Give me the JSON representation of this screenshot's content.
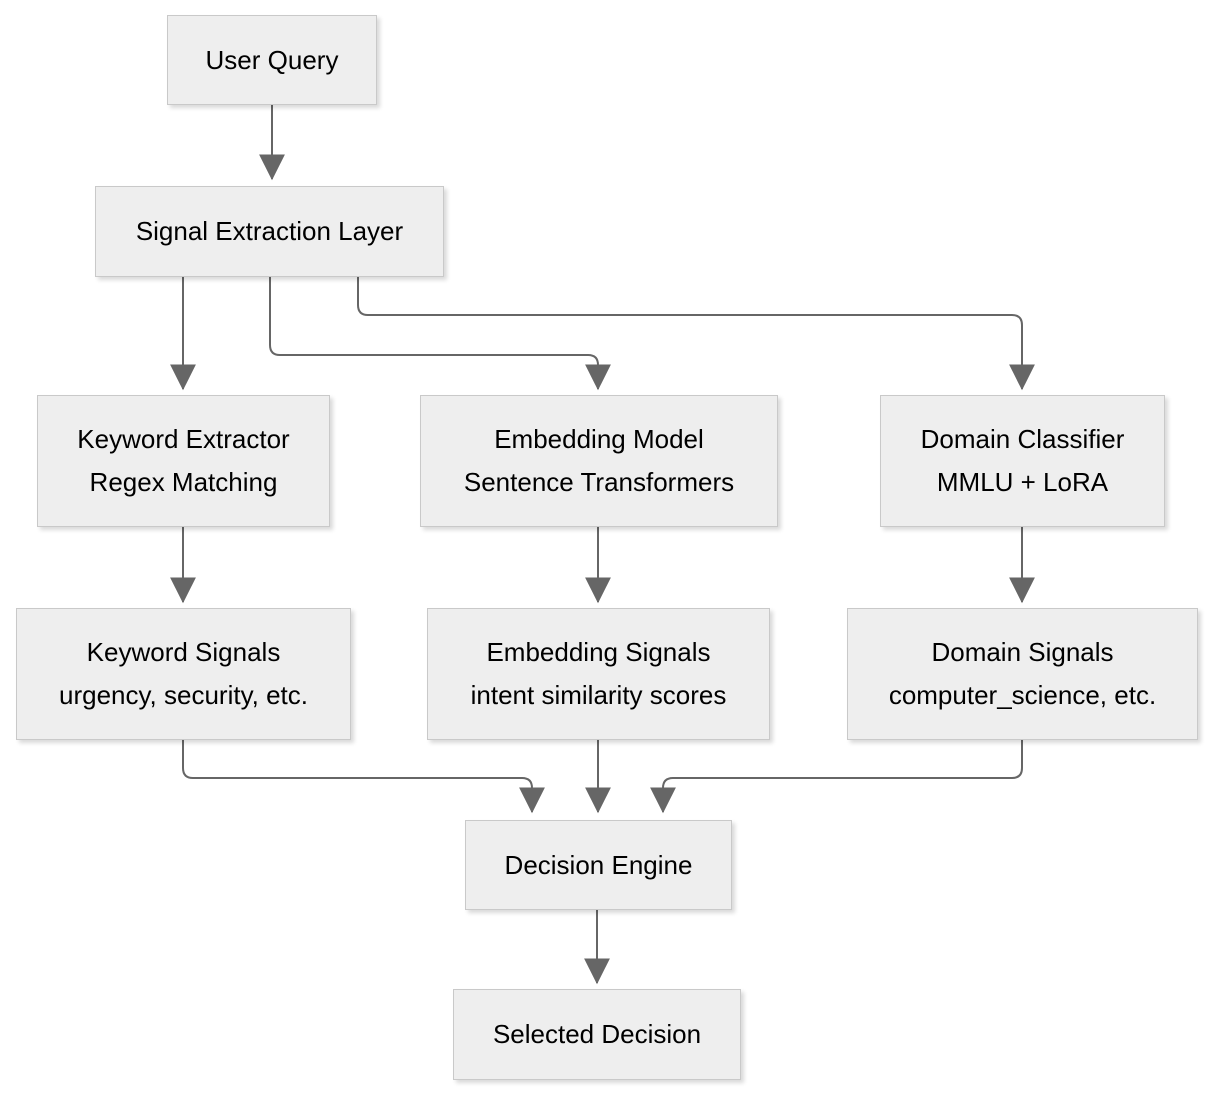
{
  "diagram": {
    "type": "flowchart",
    "nodes": {
      "user_query": {
        "label": "User Query"
      },
      "signal_extraction": {
        "label": "Signal Extraction Layer"
      },
      "keyword_extractor": {
        "title": "Keyword Extractor",
        "subtitle": "Regex Matching"
      },
      "embedding_model": {
        "title": "Embedding Model",
        "subtitle": "Sentence Transformers"
      },
      "domain_classifier": {
        "title": "Domain Classifier",
        "subtitle": "MMLU + LoRA"
      },
      "keyword_signals": {
        "title": "Keyword Signals",
        "subtitle": "urgency, security, etc."
      },
      "embedding_signals": {
        "title": "Embedding Signals",
        "subtitle": "intent similarity scores"
      },
      "domain_signals": {
        "title": "Domain Signals",
        "subtitle": "computer_science, etc."
      },
      "decision_engine": {
        "label": "Decision Engine"
      },
      "selected_decision": {
        "label": "Selected Decision"
      }
    },
    "edges": [
      {
        "from": "User Query",
        "to": "Signal Extraction Layer"
      },
      {
        "from": "Signal Extraction Layer",
        "to": "Keyword Extractor"
      },
      {
        "from": "Signal Extraction Layer",
        "to": "Embedding Model"
      },
      {
        "from": "Signal Extraction Layer",
        "to": "Domain Classifier"
      },
      {
        "from": "Keyword Extractor",
        "to": "Keyword Signals"
      },
      {
        "from": "Embedding Model",
        "to": "Embedding Signals"
      },
      {
        "from": "Domain Classifier",
        "to": "Domain Signals"
      },
      {
        "from": "Keyword Signals",
        "to": "Decision Engine"
      },
      {
        "from": "Embedding Signals",
        "to": "Decision Engine"
      },
      {
        "from": "Domain Signals",
        "to": "Decision Engine"
      },
      {
        "from": "Decision Engine",
        "to": "Selected Decision"
      }
    ],
    "colors": {
      "background": "#ffffff",
      "node_fill": "#eeeeee",
      "node_border": "#c9c9c9",
      "edge": "#666666",
      "text": "#000000"
    }
  }
}
